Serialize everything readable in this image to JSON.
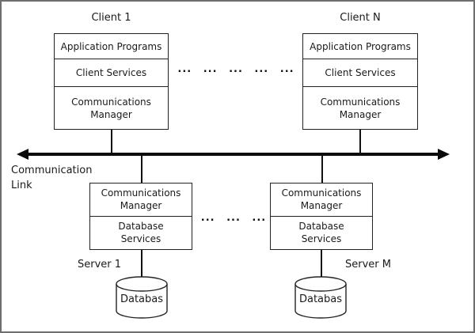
{
  "clients": {
    "dots": "... ... ... ... ...",
    "items": [
      {
        "title": "Client 1",
        "layer1": "Application Programs",
        "layer2": "Client Services",
        "layer3": "Communications Manager"
      },
      {
        "title": "Client N",
        "layer1": "Application Programs",
        "layer2": "Client Services",
        "layer3": "Communications Manager"
      }
    ]
  },
  "bus": {
    "label": "Communication Link"
  },
  "servers": {
    "dots": "... ... ...",
    "items": [
      {
        "title": "Server 1",
        "layer1": "Communications Manager",
        "layer2": "Database Services",
        "db_label": "Databas"
      },
      {
        "title": "Server M",
        "layer1": "Communications Manager",
        "layer2": "Database Services",
        "db_label": "Databas"
      }
    ]
  },
  "colors": {
    "line": "#111111",
    "box_border": "#222222",
    "outer_border": "#6e6e6e",
    "background": "#ffffff"
  }
}
